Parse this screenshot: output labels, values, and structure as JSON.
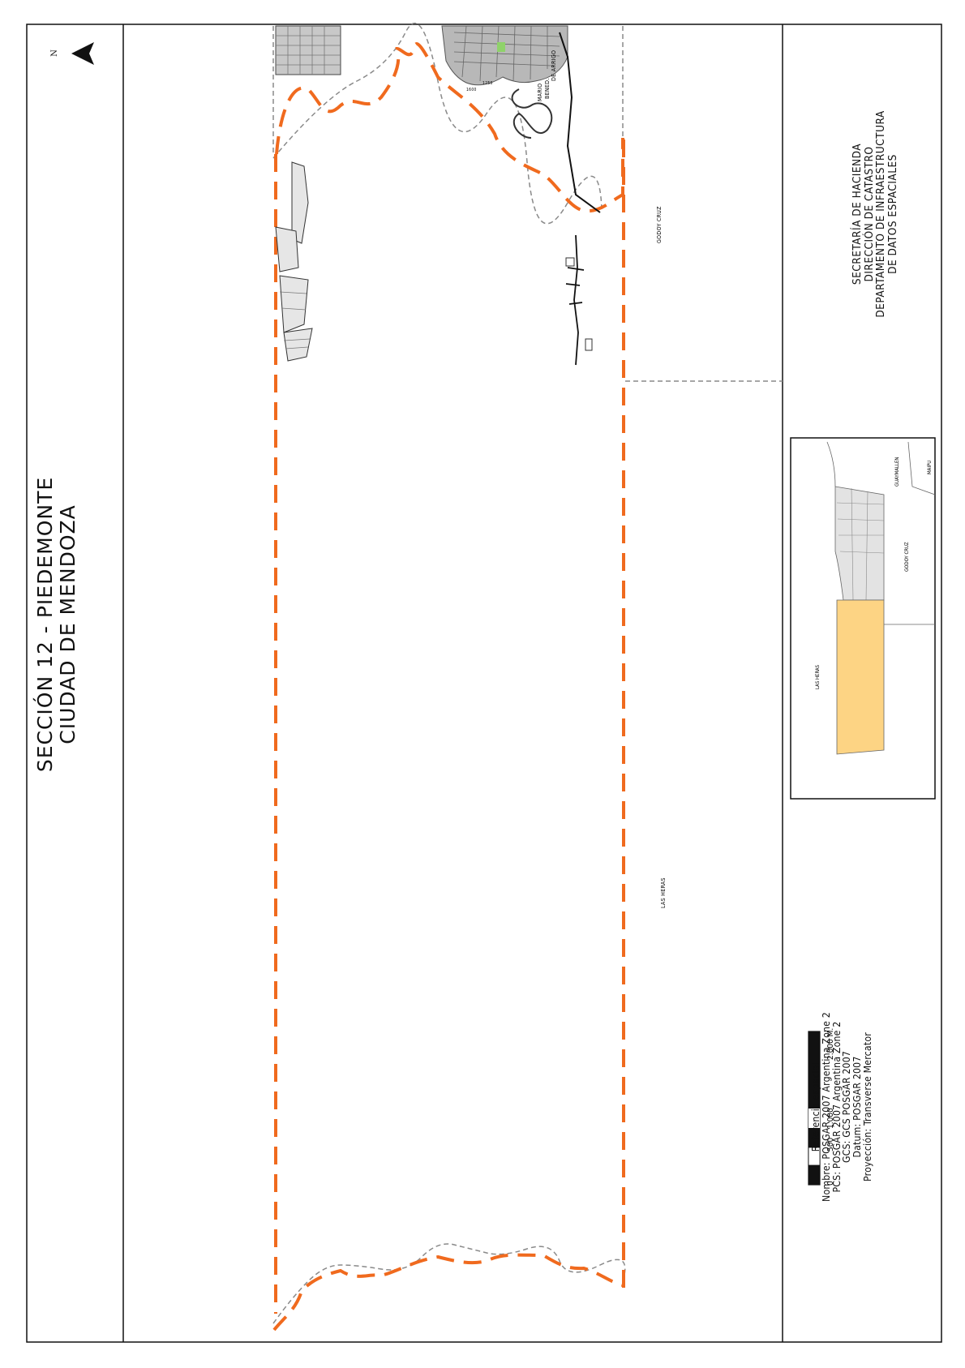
{
  "title": {
    "line1": "SECCIÓN 12 - PIEDEMONTE",
    "line2": "CIUDAD DE MENDOZA"
  },
  "north_arrow": {
    "label": "N",
    "icon": "north-arrow-icon"
  },
  "agency": {
    "lines": [
      "SECRETARÍA DE HACIENDA",
      "DIRECCIÓN DE CATASTRO",
      "DEPARTAMENTO DE INFRAESTRUCTURA",
      "DE DATOS ESPACIALES"
    ]
  },
  "map_labels": {
    "godoy_cruz": "GODOY CRUZ",
    "las_heras": "LAS HERAS",
    "street_1": "MARIO",
    "street_2": "BENED.",
    "street_3": "DE ARRIGO",
    "contour_1": "1250",
    "contour_2": "1600"
  },
  "inset_map": {
    "labels": {
      "guaymallen": "GUAYMALLEN",
      "maipu": "MAIPU",
      "godoy_cruz": "GODOY CRUZ",
      "las_heras": "LAS HERAS"
    },
    "colors": {
      "highlight": "#fdd484",
      "districts": "#e3e3e3"
    }
  },
  "scale_bar": {
    "ticks": [
      "0",
      "500",
      "1.000",
      "2.000 M."
    ]
  },
  "spatial_reference": {
    "lines": [
      "Referencia espacial",
      "Nombre: POSGAR 2007 Argentina Zone 2",
      "PCS: POSGAR 2007 Argentina Zone 2",
      "GCS: GCS POSGAR 2007",
      "Datum: POSGAR 2007",
      "Proyección: Transverse Mercator"
    ]
  },
  "colors": {
    "section_boundary": "#f06a1e",
    "department_boundary": "#8a8a8a",
    "frame": "#111111",
    "urban_fill": "#b8b8b8",
    "park": "#8fd26a"
  }
}
